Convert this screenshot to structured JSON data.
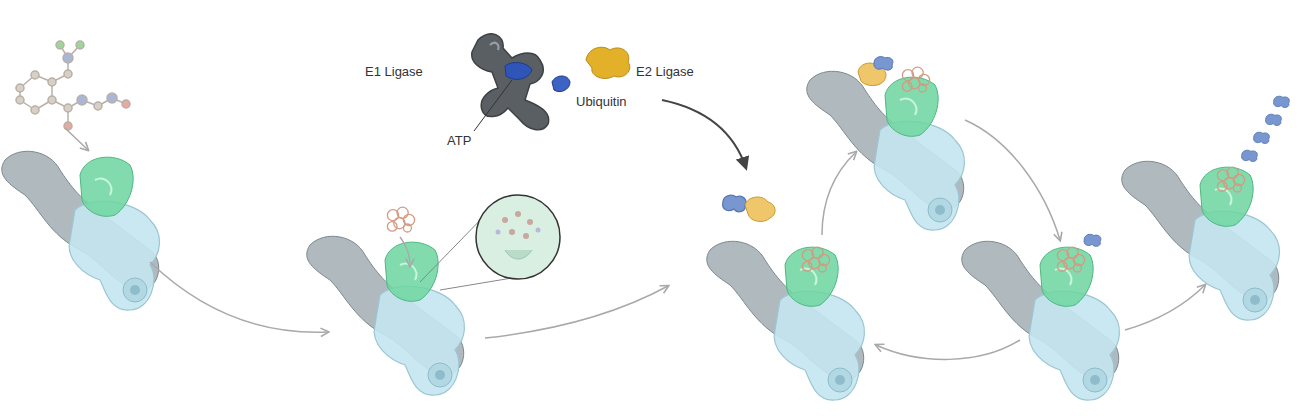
{
  "diagram": {
    "labels": [
      "E1 Ligase",
      "ATP",
      "Ubiquitin",
      "E2 Ligase"
    ]
  }
}
